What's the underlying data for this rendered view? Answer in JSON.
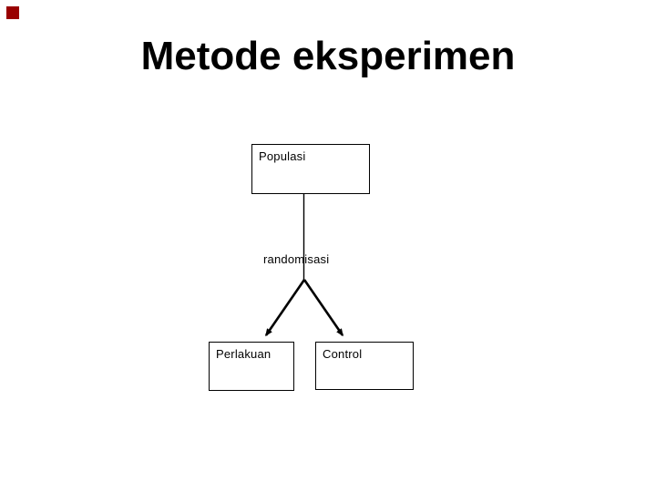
{
  "slide": {
    "title": "Metode eksperimen",
    "accent_color": "#990000"
  },
  "diagram": {
    "boxes": {
      "populasi": {
        "label": "Populasi"
      },
      "perlakuan": {
        "label": "Perlakuan"
      },
      "control": {
        "label": "Control"
      }
    },
    "edge_label": "randomisasi",
    "line_color": "#000000"
  }
}
